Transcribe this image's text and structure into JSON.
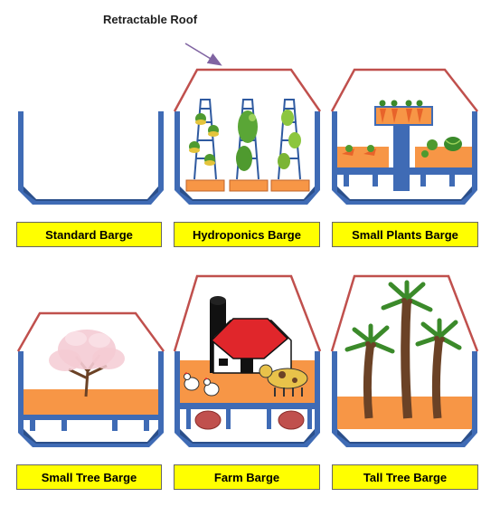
{
  "callout": "Retractable Roof",
  "barges": [
    {
      "label": "Standard Barge"
    },
    {
      "label": "Hydroponics Barge"
    },
    {
      "label": "Small Plants Barge"
    },
    {
      "label": "Small Tree Barge"
    },
    {
      "label": "Farm Barge"
    },
    {
      "label": "Tall Tree Barge"
    }
  ],
  "colors": {
    "hull": "#3f6bb5",
    "hull_dark": "#2b4f8a",
    "roof": "#c0504d",
    "soil": "#f79646",
    "label_bg": "#ffff00",
    "arrow": "#8064a2"
  }
}
